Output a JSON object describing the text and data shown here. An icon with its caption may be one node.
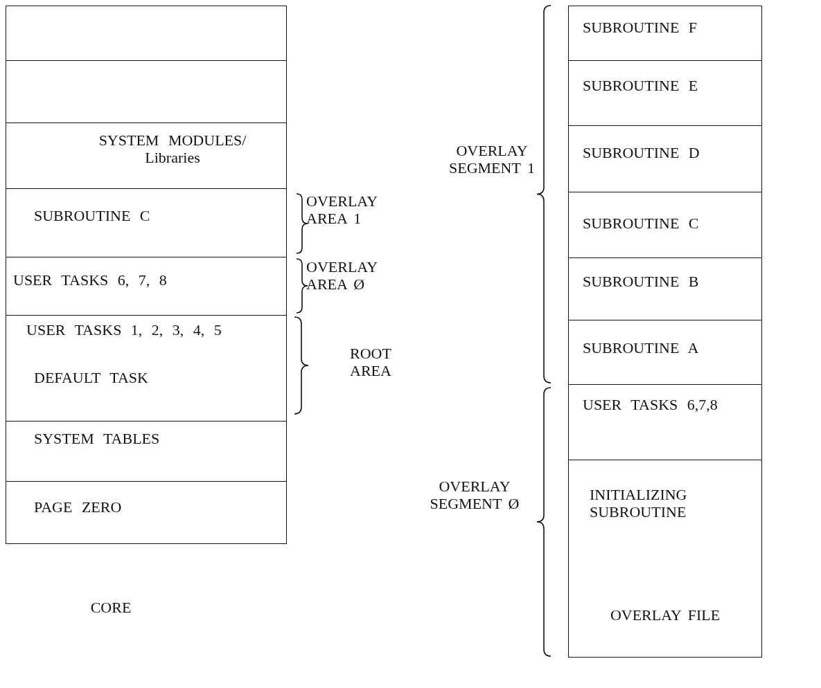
{
  "diagram": {
    "nodes": [
      {
        "text": [],
        "shape": "box"
      },
      {
        "text": [],
        "shape": "box"
      },
      {
        "text": [
          "SYSTEM MODULES/ Libraries"
        ]
      },
      {
        "text": [
          "SUBROUTINE C"
        ]
      },
      {
        "text": [
          "USER TASKS 6, 7, 8"
        ]
      },
      {
        "text": [
          "USER TASKS 1, 2, 3, 4, 5",
          "DEFAULT TASK"
        ]
      },
      {
        "text": [
          "SYSTEM TABLES"
        ]
      },
      {
        "text": [
          "PAGE ZERO"
        ]
      },
      {
        "text": [
          "SUBROUTINE F"
        ]
      },
      {
        "text": [
          "SUBROUTINE E"
        ]
      },
      {
        "text": [
          "SUBROUTINE D"
        ]
      },
      {
        "text": [
          "SUBROUTINE C"
        ]
      },
      {
        "text": [
          "SUBROUTINE B"
        ]
      },
      {
        "text": [
          "SUBROUTINE A"
        ]
      },
      {
        "text": [
          "USER TASKS 6,7,8"
        ]
      },
      {
        "text": [
          "INITIALIZING SUBROUTINE"
        ]
      }
    ],
    "labels": [
      "OVERLAY SEGMENT 1",
      "OVERLAY AREA 1",
      "OVERLAY AREA Ø",
      "ROOT AREA",
      "OVERLAY SEGMENT Ø",
      "CORE",
      "OVERLAY FILE"
    ]
  }
}
